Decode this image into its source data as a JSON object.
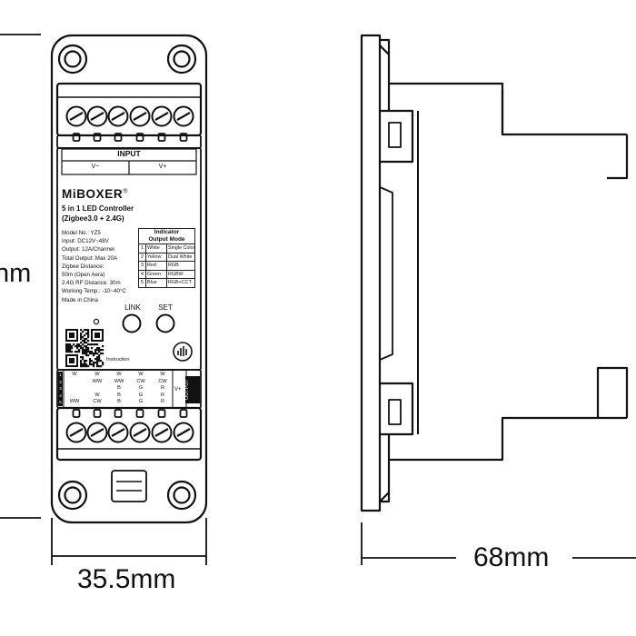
{
  "dimensions": {
    "width": "35.5mm",
    "depth": "68mm",
    "height_fragment": "nm"
  },
  "device": {
    "brand": "MiBOXER",
    "brand_mark": "®",
    "title_line1": "5 in 1 LED Controller",
    "title_line2": "(Zigbee3.0 + 2.4G)",
    "input_header": "INPUT",
    "input_neg": "V−",
    "input_pos": "V+",
    "specs": [
      "Model No.: YZ5",
      "Input: DC12V~48V",
      "Output: 12A/Channel",
      "Total Output: Max 20A",
      "Zigbee Distance:",
      "50m (Open Aera)",
      "2.4G RF Distance: 30m",
      "Working Temp.: -10~40°C",
      "Made in China"
    ],
    "indicator_title": "Indicator",
    "indicator_subtitle": "Output Mode",
    "indicator_rows": [
      {
        "num": "1",
        "color": "White",
        "mode": "Single Color"
      },
      {
        "num": "2",
        "color": "Yellow",
        "mode": "Dual White"
      },
      {
        "num": "3",
        "color": "Red",
        "mode": "RGB"
      },
      {
        "num": "4",
        "color": "Green",
        "mode": "RGBW"
      },
      {
        "num": "5",
        "color": "Blue",
        "mode": "RGB+CCT"
      }
    ],
    "link_label": "LINK",
    "set_label": "SET",
    "instruction_label": "Instruction",
    "output_label": "OUTPUT",
    "output_vplus": "V+",
    "output_rows": [
      {
        "num": "1",
        "cells": [
          "W",
          "W",
          "W",
          "W",
          "W"
        ]
      },
      {
        "num": "2",
        "cells": [
          "",
          "WW",
          "WW",
          "CW",
          "CW"
        ]
      },
      {
        "num": "3",
        "cells": [
          "",
          "",
          "B",
          "G",
          "R"
        ]
      },
      {
        "num": "4",
        "cells": [
          "",
          "W",
          "B",
          "G",
          "R"
        ]
      },
      {
        "num": "5",
        "cells": [
          "WW",
          "CW",
          "B",
          "G",
          "R"
        ]
      }
    ]
  }
}
